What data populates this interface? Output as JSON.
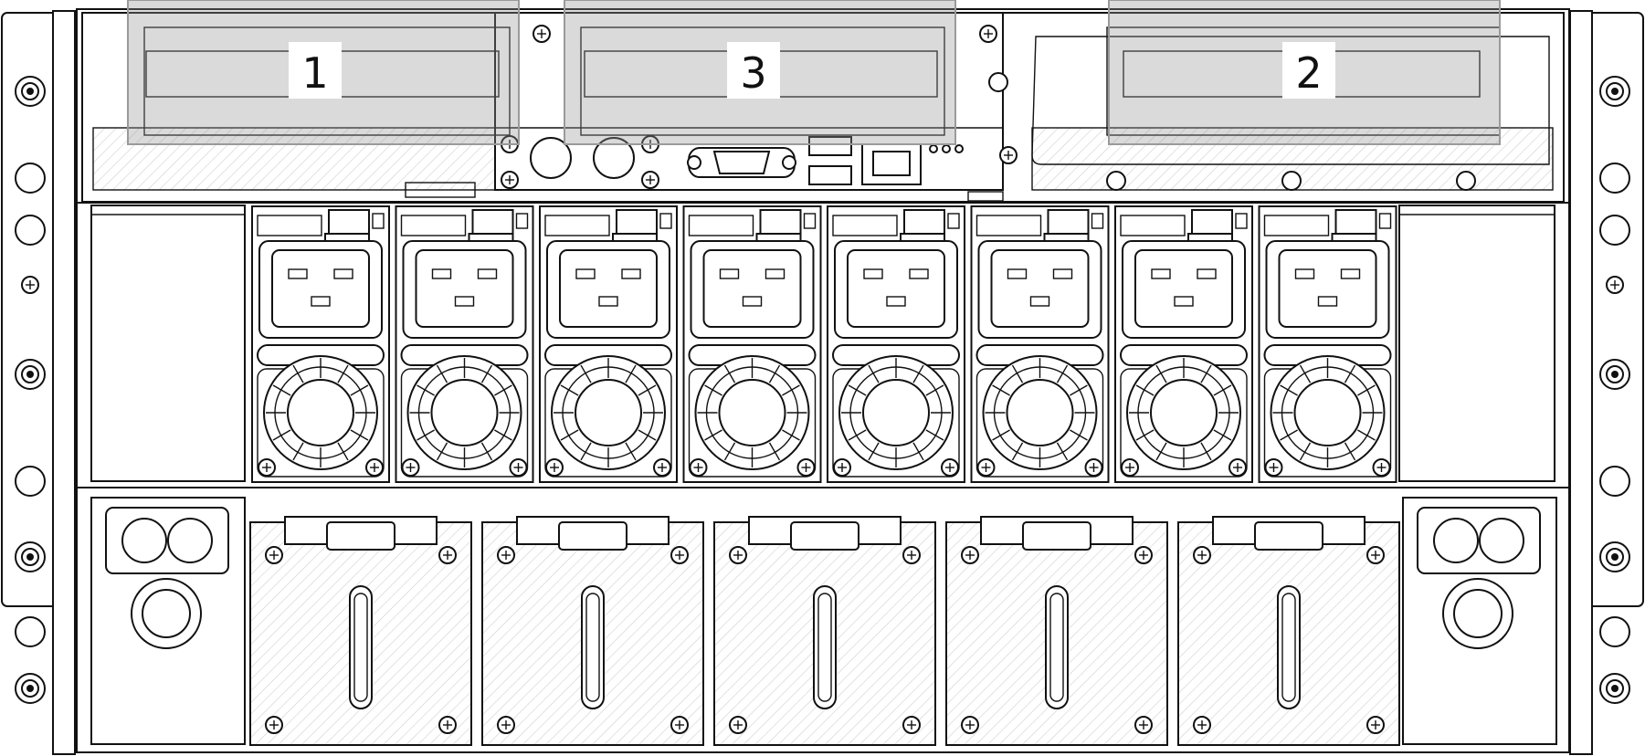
{
  "callouts": [
    {
      "id": "1",
      "label": "1"
    },
    {
      "id": "3",
      "label": "3"
    },
    {
      "id": "2",
      "label": "2"
    }
  ],
  "psu_count": 8,
  "fan_filter_count": 5,
  "colors": {
    "line": "#111111",
    "callout_fill": "#b4b4b4",
    "hatch": "#cfcfcf",
    "background": "#ffffff"
  }
}
